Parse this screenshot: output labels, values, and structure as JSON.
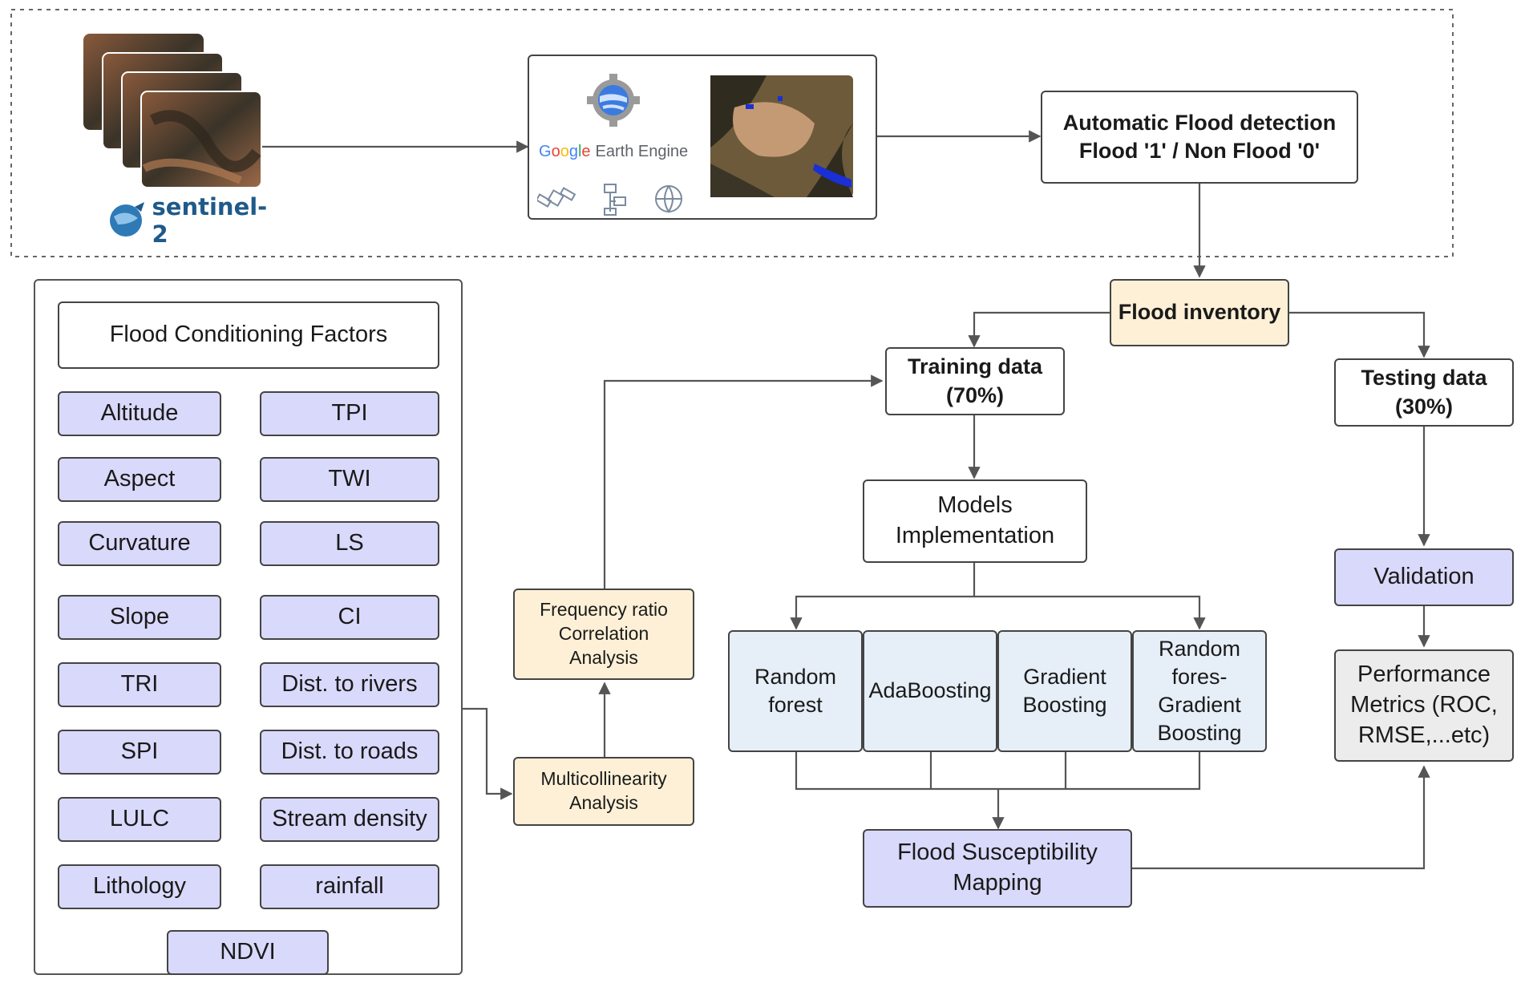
{
  "gee": {
    "google_letters": [
      "G",
      "o",
      "o",
      "g",
      "l",
      "e"
    ],
    "google_colors": [
      "#4285F4",
      "#EA4335",
      "#FBBC05",
      "#4285F4",
      "#34A853",
      "#EA4335"
    ],
    "earth_engine": "Earth Engine"
  },
  "sentinel": {
    "label": "sentinel-2"
  },
  "nodes": {
    "auto_detection": "Automatic Flood detection\nFlood '1' / Non Flood '0'",
    "flood_inventory": "Flood inventory",
    "training": "Training data\n(70%)",
    "testing": "Testing data\n(30%)",
    "models": "Models\nImplementation",
    "freq_ratio": "Frequency ratio\nCorrelation\nAnalysis",
    "multicollinearity": "Multicollinearity\nAnalysis",
    "validation": "Validation",
    "performance": "Performance\nMetrics (ROC,\nRMSE,...etc)",
    "mapping": "Flood Susceptibility\nMapping"
  },
  "models": [
    "Random\nforest",
    "AdaBoosting",
    "Gradient\nBoosting",
    "Random\nfores-\nGradient\nBoosting"
  ],
  "factors_panel": {
    "title": "Flood Conditioning Factors",
    "left": [
      "Altitude",
      "Aspect",
      "Curvature",
      "Slope",
      "TRI",
      "SPI",
      "LULC",
      "Lithology"
    ],
    "right": [
      "TPI",
      "TWI",
      "LS",
      "CI",
      "Dist. to rivers",
      "Dist. to roads",
      "Stream density",
      "rainfall"
    ],
    "bottom": "NDVI"
  },
  "colors": {
    "purple_fill": "#d9d9fb",
    "cream_fill": "#fdf0d6",
    "model_fill": "#e6eef8",
    "metrics_fill": "#ececec",
    "sentinel_text": "#1e5a8a"
  }
}
